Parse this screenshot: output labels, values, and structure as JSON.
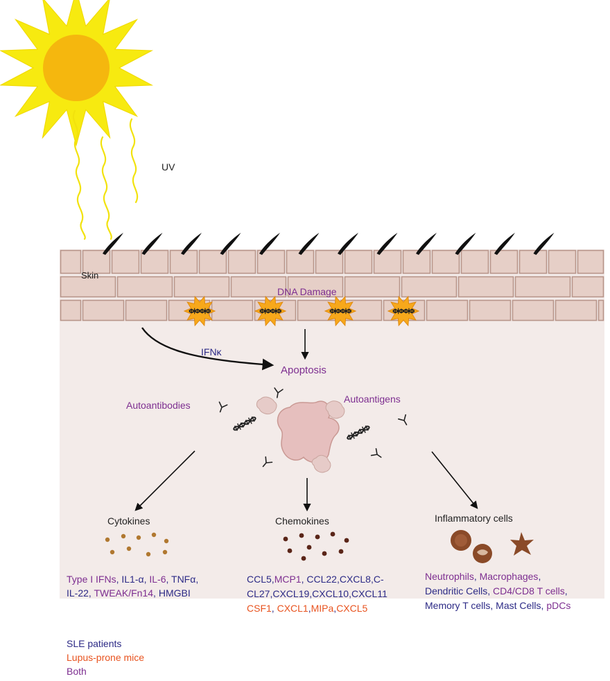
{
  "colors": {
    "sle": "#2c2a86",
    "mice": "#e8531f",
    "both": "#7d2e90",
    "skin_fill": "#f3ebe9",
    "brick_fill": "#e6cfc7",
    "brick_line": "#b8958a",
    "sun": "#f7ea10",
    "sun_core": "#f5b70e"
  },
  "labels": {
    "uv": "UV",
    "skin": "Skin",
    "dna_damage": "DNA Damage",
    "ifnk": "IFNκ",
    "apoptosis": "Apoptosis",
    "autoantibodies": "Autoantibodies",
    "autoantigens": "Autoantigens",
    "cytokines": "Cytokines",
    "chemokines": "Chemokines",
    "inflammatory_cells": "Inflammatory cells"
  },
  "cytokines_list": [
    [
      {
        "text": "Type I IFNs",
        "group": "both"
      },
      {
        "text": ", ",
        "group": "sle"
      },
      {
        "text": "IL1-α",
        "group": "sle"
      },
      {
        "text": ", ",
        "group": "sle"
      },
      {
        "text": "IL-6",
        "group": "both"
      },
      {
        "text": ", ",
        "group": "sle"
      },
      {
        "text": "TNFα",
        "group": "sle"
      },
      {
        "text": ",",
        "group": "sle"
      }
    ],
    [
      {
        "text": "IL-22",
        "group": "sle"
      },
      {
        "text": ", ",
        "group": "sle"
      },
      {
        "text": "TWEAK/Fn14",
        "group": "both"
      },
      {
        "text": ", ",
        "group": "sle"
      },
      {
        "text": "HMGBI",
        "group": "sle"
      }
    ]
  ],
  "chemokines_list": [
    [
      {
        "text": "CCL5",
        "group": "sle"
      },
      {
        "text": ",",
        "group": "sle"
      },
      {
        "text": "MCP1",
        "group": "both"
      },
      {
        "text": ", CCL22,CXCL8,C-",
        "group": "sle"
      }
    ],
    [
      {
        "text": "CL27,CXCL19,CXCL10,CXCL11",
        "group": "sle"
      }
    ],
    [
      {
        "text": "CSF1",
        "group": "mice"
      },
      {
        "text": ", ",
        "group": "sle"
      },
      {
        "text": "CXCL1",
        "group": "mice"
      },
      {
        "text": ",",
        "group": "sle"
      },
      {
        "text": "MIPa",
        "group": "mice"
      },
      {
        "text": ",",
        "group": "sle"
      },
      {
        "text": "CXCL5",
        "group": "mice"
      }
    ]
  ],
  "cells_list": [
    [
      {
        "text": "Neutrophils",
        "group": "both"
      },
      {
        "text": ", ",
        "group": "sle"
      },
      {
        "text": "Macrophages",
        "group": "both"
      },
      {
        "text": ",",
        "group": "sle"
      }
    ],
    [
      {
        "text": "Dendritic Cells",
        "group": "sle"
      },
      {
        "text": ", ",
        "group": "sle"
      },
      {
        "text": "CD4/CD8 T cells",
        "group": "both"
      },
      {
        "text": ",",
        "group": "sle"
      }
    ],
    [
      {
        "text": "Memory T cells",
        "group": "sle"
      },
      {
        "text": ", ",
        "group": "sle"
      },
      {
        "text": "Mast Cells",
        "group": "sle"
      },
      {
        "text": ", ",
        "group": "sle"
      },
      {
        "text": "pDCs",
        "group": "both"
      }
    ]
  ],
  "legend": [
    {
      "label": "SLE patients",
      "group": "sle"
    },
    {
      "label": "Lupus-prone mice",
      "group": "mice"
    },
    {
      "label": "Both",
      "group": "both"
    }
  ]
}
